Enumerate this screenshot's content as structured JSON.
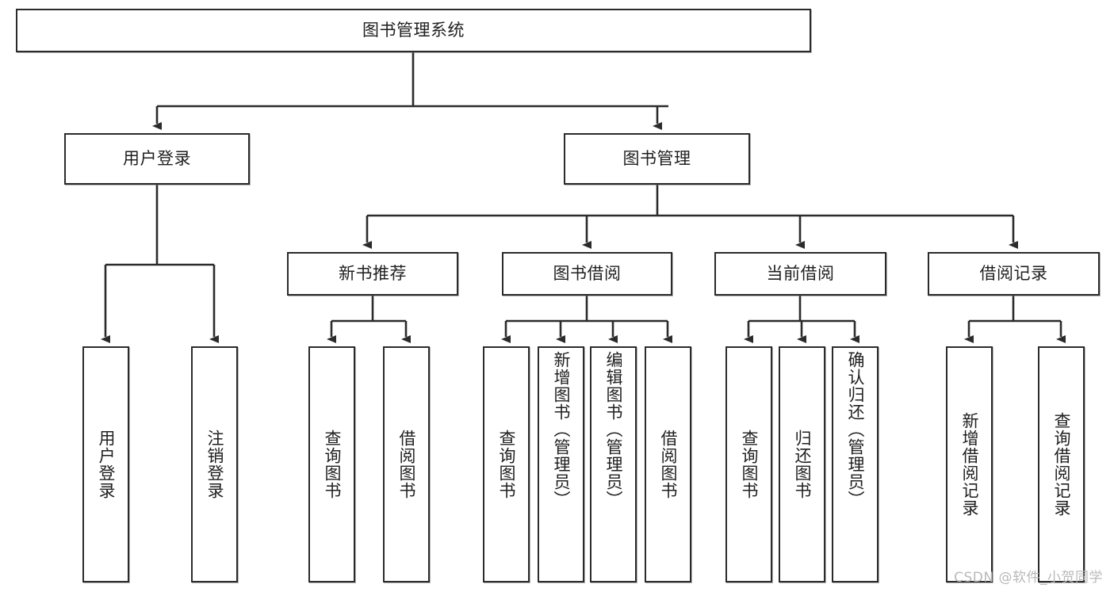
{
  "diagram": {
    "title": "图书管理系统",
    "type": "hierarchy-tree",
    "watermark": "CSDN @软件_小贺同学"
  },
  "root": {
    "label": "图书管理系统"
  },
  "level2": [
    {
      "label": "用户登录"
    },
    {
      "label": "图书管理"
    }
  ],
  "level3": [
    {
      "label": "新书推荐"
    },
    {
      "label": "图书借阅"
    },
    {
      "label": "当前借阅"
    },
    {
      "label": "借阅记录"
    }
  ],
  "leaves": {
    "user_login": [
      {
        "label": "用户登录"
      },
      {
        "label": "注销登录"
      }
    ],
    "new_book_recommend": [
      {
        "label": "查询图书"
      },
      {
        "label": "借阅图书"
      }
    ],
    "book_borrow": [
      {
        "label": "查询图书"
      },
      {
        "label": "新增图书（管理员）"
      },
      {
        "label": "编辑图书（管理员）"
      },
      {
        "label": "借阅图书"
      }
    ],
    "current_borrow": [
      {
        "label": "查询图书"
      },
      {
        "label": "归还图书"
      },
      {
        "label": "确认归还（管理员）"
      }
    ],
    "borrow_record": [
      {
        "label": "新增借阅记录"
      },
      {
        "label": "查询借阅记录"
      }
    ]
  },
  "colors": {
    "stroke": "#2b2b2b",
    "fill": "#ffffff",
    "text": "#1f1f1f",
    "watermark": "#b9b9b9"
  }
}
